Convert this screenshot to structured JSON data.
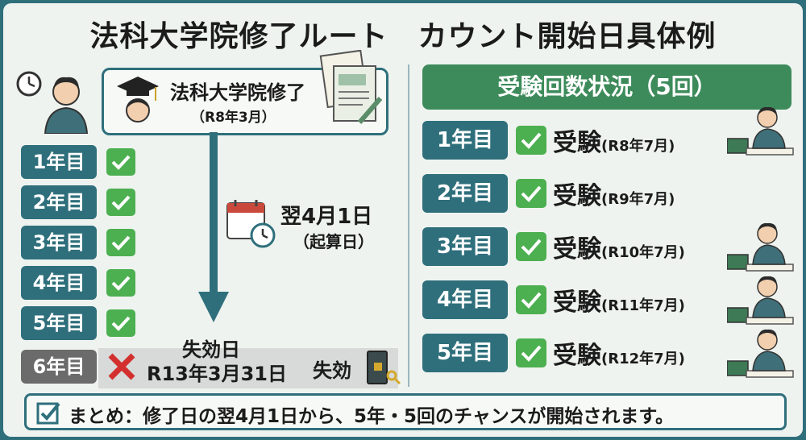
{
  "title": "法科大学院修了ルート　カウント開始日具体例",
  "left": {
    "graduation": {
      "title": "法科大学院修了",
      "sub": "（R8年3月）"
    },
    "start": {
      "day": "翌4月1日",
      "sub": "（起算日）"
    },
    "years": [
      {
        "label": "1年目",
        "status": "check"
      },
      {
        "label": "2年目",
        "status": "check"
      },
      {
        "label": "3年目",
        "status": "check"
      },
      {
        "label": "4年目",
        "status": "check"
      },
      {
        "label": "5年目",
        "status": "check"
      },
      {
        "label": "6年目",
        "status": "cross"
      }
    ],
    "expiry": {
      "label": "失効日",
      "date": "R13年3月31日",
      "word": "失効"
    }
  },
  "right": {
    "header": "受験回数状況（5回）",
    "rows": [
      {
        "year": "1年目",
        "exam": "受験",
        "date": "(R8年7月)"
      },
      {
        "year": "2年目",
        "exam": "受験",
        "date": "(R9年7月)"
      },
      {
        "year": "3年目",
        "exam": "受験",
        "date": "(R10年7月)"
      },
      {
        "year": "4年目",
        "exam": "受験",
        "date": "(R11年7月)"
      },
      {
        "year": "5年目",
        "exam": "受験",
        "date": "(R12年7月)"
      }
    ]
  },
  "footer": {
    "text": "まとめ：修了日の翌4月1日から、5年・5回のチャンスが開始されます。"
  },
  "colors": {
    "teal": "#2f6f7c",
    "green": "#3d8b5b",
    "check": "#4caf50",
    "cross": "#d32f2f",
    "gray": "#6b6b6b"
  },
  "icons": [
    "clock-icon",
    "student-icon",
    "graduation-cap-icon",
    "documents-icon",
    "calendar-icon",
    "check-icon",
    "cross-icon",
    "lock-icon",
    "key-icon"
  ]
}
